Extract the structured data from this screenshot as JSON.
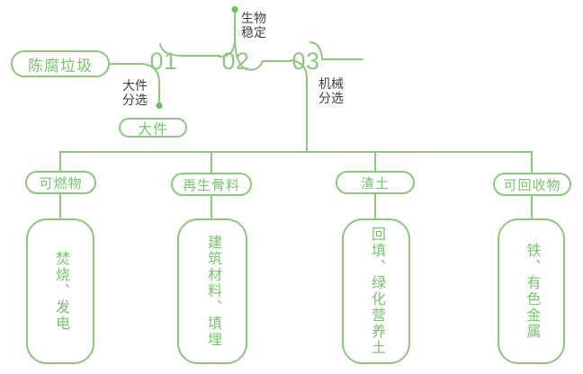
{
  "flow": {
    "source": {
      "label": "陈腐垃圾"
    },
    "steps": [
      {
        "number": "01",
        "label": "大件分选",
        "output": "大件"
      },
      {
        "number": "02",
        "label": "生物稳定"
      },
      {
        "number": "03",
        "label": "机械分选"
      }
    ],
    "step_labels": {
      "step1": "大件分选",
      "step2": "生物稳定",
      "step3": "机械分选"
    },
    "outputs": [
      {
        "category": "可燃物",
        "use": "焚烧、发电"
      },
      {
        "category": "再生骨料",
        "use": "建筑材料、填埋"
      },
      {
        "category": "渣土",
        "use": "回填、绿化营养土"
      },
      {
        "category": "可回收物",
        "use": "铁、有色金属"
      }
    ],
    "colors": {
      "line": "#8cc97d",
      "green_text": "#76c56a",
      "dark_label": "#3f3f3f"
    }
  }
}
